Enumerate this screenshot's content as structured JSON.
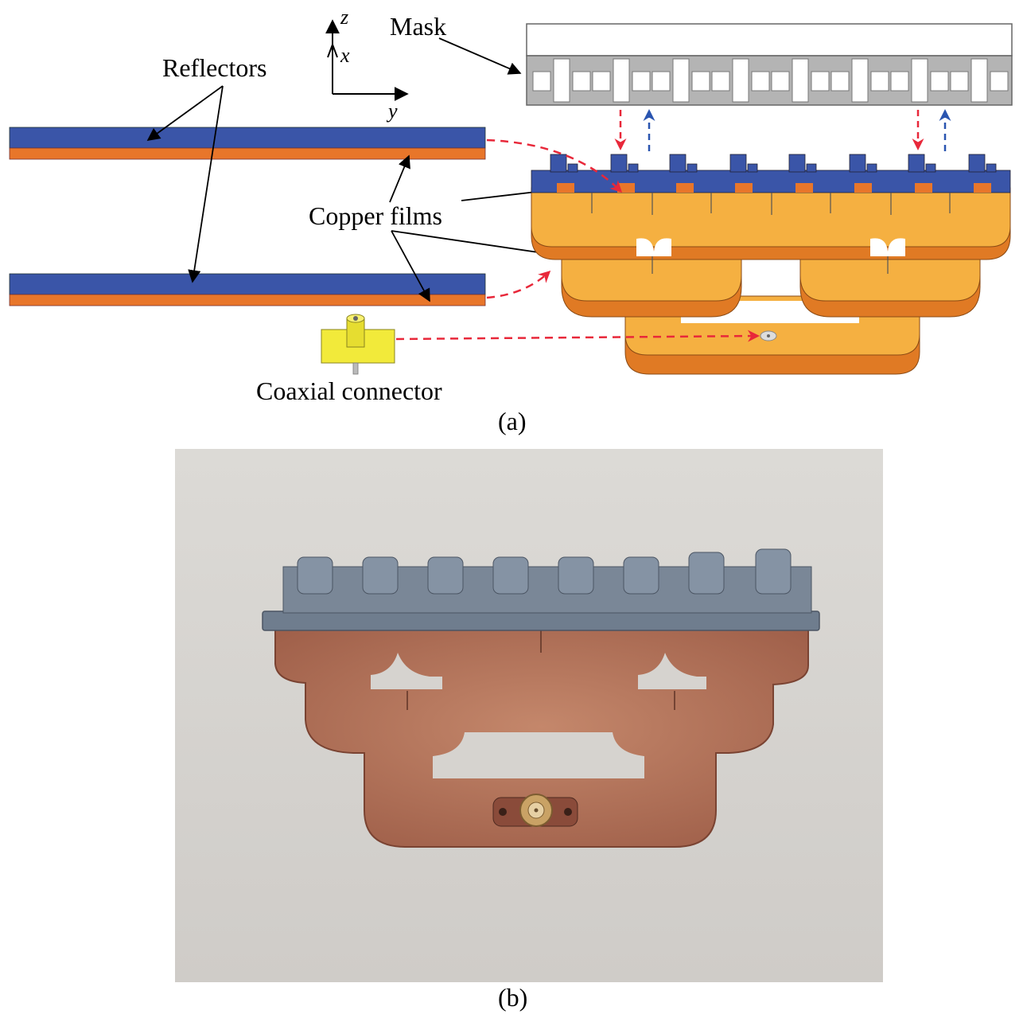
{
  "labels": {
    "mask": "Mask",
    "reflectors": "Reflectors",
    "copper_films": "Copper films",
    "coaxial_connector": "Coaxial connector",
    "caption_a": "(a)",
    "caption_b": "(b)"
  },
  "axes": {
    "z": "z",
    "x": "x",
    "y": "y"
  },
  "colors": {
    "reflector_blue": "#3a55a8",
    "film_orange": "#e8762a",
    "body_light": "#f5b041",
    "body_dark": "#e07a24",
    "mask_gray": "#b4b4b4",
    "connector_yellow": "#f2ea3a",
    "arrow_red": "#e8283a",
    "arrow_blue": "#2a55b0",
    "photo_background": "#d8d6d2",
    "photo_mask_gray": "#6f7d8e",
    "photo_copper": "#b06e55"
  },
  "photo": {
    "caption": "(b)",
    "icon": "photograph-of-fabricated-antenna"
  }
}
